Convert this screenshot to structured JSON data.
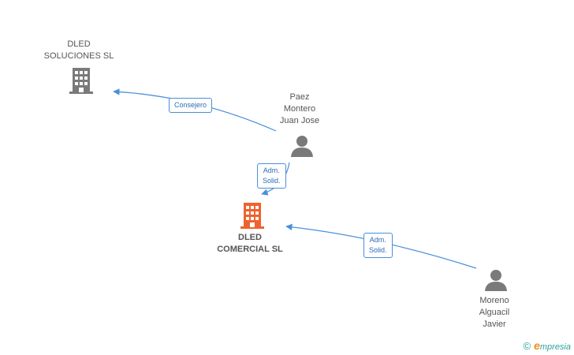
{
  "nodes": {
    "dled_soluciones": {
      "lines": [
        "DLED",
        "SOLUCIONES SL"
      ],
      "icon": "building-icon",
      "color": "#7a7a7a"
    },
    "dled_comercial": {
      "lines": [
        "DLED",
        "COMERCIAL SL"
      ],
      "icon": "building-icon",
      "color": "#f0622d"
    },
    "paez": {
      "lines": [
        "Paez",
        "Montero",
        "Juan Jose"
      ],
      "icon": "person-icon",
      "color": "#7a7a7a"
    },
    "moreno": {
      "lines": [
        "Moreno",
        "Alguacil",
        "Javier"
      ],
      "icon": "person-icon",
      "color": "#7a7a7a"
    }
  },
  "edges": [
    {
      "from": "paez",
      "to": "dled_soluciones",
      "label_lines": [
        "Consejero"
      ]
    },
    {
      "from": "paez",
      "to": "dled_comercial",
      "label_lines": [
        "Adm.",
        "Solid."
      ]
    },
    {
      "from": "moreno",
      "to": "dled_comercial",
      "label_lines": [
        "Adm.",
        "Solid."
      ]
    }
  ],
  "footer": {
    "copyright": "©",
    "brand_initial": "e",
    "brand_rest": "mpresia"
  },
  "colors": {
    "edge": "#4a90d9",
    "tag_text": "#2d6cb5"
  }
}
